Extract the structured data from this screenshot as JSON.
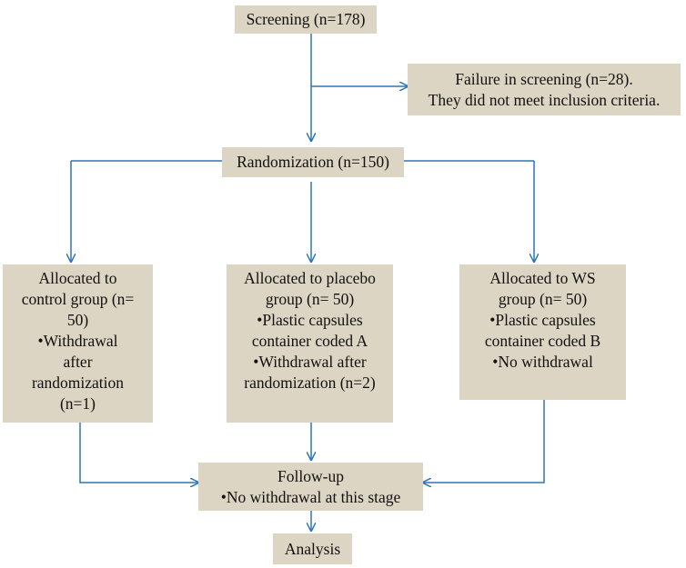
{
  "colors": {
    "box_fill": "#ddd5c3",
    "arrow": "#2e75b6",
    "text": "#111111"
  },
  "boxes": {
    "screening": {
      "lines": [
        "Screening (n=178)"
      ]
    },
    "failure": {
      "lines": [
        "Failure in screening (n=28).",
        "They did not meet inclusion criteria."
      ]
    },
    "randomization": {
      "lines": [
        "Randomization (n=150)"
      ]
    },
    "control": {
      "lines": [
        "Allocated to",
        "control group (n=",
        "50)",
        "•Withdrawal",
        "after",
        "randomization",
        "(n=1)"
      ]
    },
    "placebo": {
      "lines": [
        "Allocated to placebo",
        "group (n= 50)",
        "•Plastic capsules",
        "container coded  A",
        "•Withdrawal after",
        "randomization (n=2)"
      ]
    },
    "ws": {
      "lines": [
        "Allocated to WS",
        "group (n= 50)",
        "•Plastic capsules",
        "container coded  B",
        "•No withdrawal"
      ]
    },
    "followup": {
      "lines": [
        "Follow-up",
        "•No withdrawal at this stage"
      ]
    },
    "analysis": {
      "lines": [
        "Analysis"
      ]
    }
  }
}
